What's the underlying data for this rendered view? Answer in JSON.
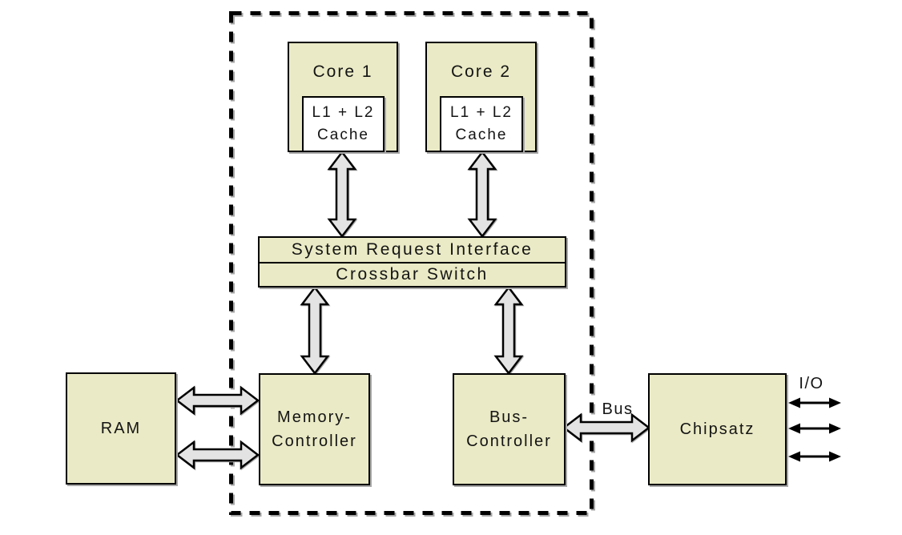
{
  "nodes": {
    "core1": {
      "label": "Core 1"
    },
    "core2": {
      "label": "Core 2"
    },
    "cache1": {
      "line1": "L1 + L2",
      "line2": "Cache"
    },
    "cache2": {
      "line1": "L1 + L2",
      "line2": "Cache"
    },
    "sri": {
      "label": "System Request Interface"
    },
    "crossbar": {
      "label": "Crossbar Switch"
    },
    "memory_controller": {
      "line1": "Memory-",
      "line2": "Controller"
    },
    "bus_controller": {
      "line1": "Bus-",
      "line2": "Controller"
    },
    "ram": {
      "label": "RAM"
    },
    "chipsatz": {
      "label": "Chipsatz"
    }
  },
  "edge_labels": {
    "bus": "Bus",
    "io": "I/O"
  },
  "colors": {
    "background": "#ffffff",
    "box_fill": "#eaeac6",
    "box_border": "#000000",
    "cache_fill": "#ffffff",
    "arrow_fill": "#e3e3e3",
    "arrow_outline": "#000000",
    "dashed_border": "#000000",
    "text": "#141414",
    "shadow": "#a8a8a8"
  }
}
